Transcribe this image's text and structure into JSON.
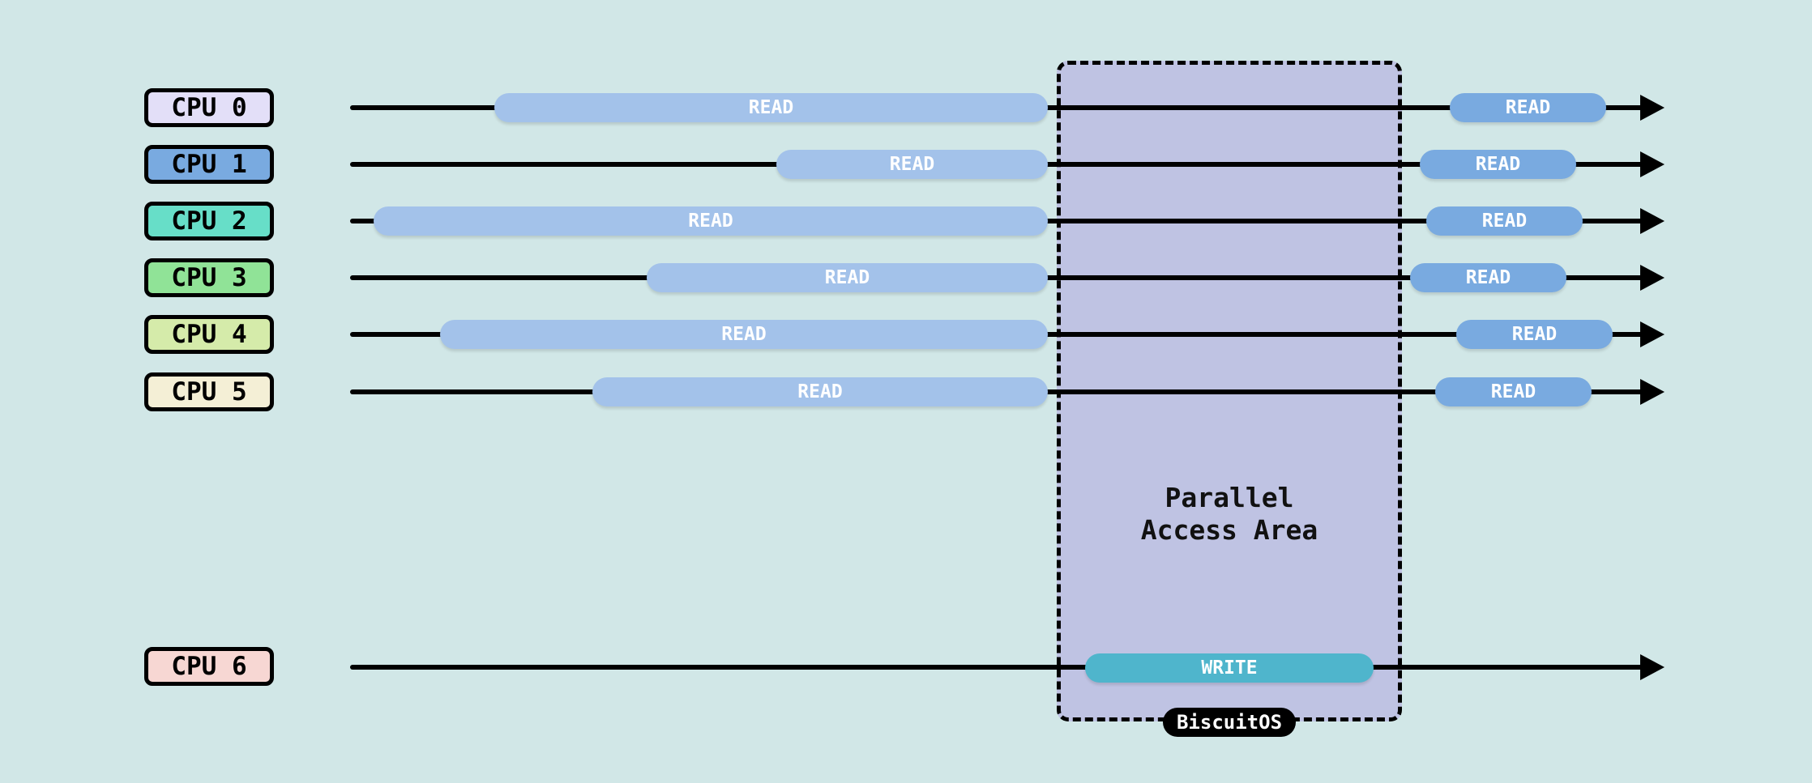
{
  "area": {
    "title_line1": "Parallel",
    "title_line2": "Access Area",
    "fill_color": "#bfc3e3"
  },
  "cpus": [
    {
      "label": "CPU 0",
      "color": "#e3dff8"
    },
    {
      "label": "CPU 1",
      "color": "#79aae0"
    },
    {
      "label": "CPU 2",
      "color": "#67dec8"
    },
    {
      "label": "CPU 3",
      "color": "#90e397"
    },
    {
      "label": "CPU 4",
      "color": "#d5ebaa"
    },
    {
      "label": "CPU 5",
      "color": "#f4efd6"
    },
    {
      "label": "CPU 6",
      "color": "#f7d7d3"
    }
  ],
  "operations": {
    "read_label": "READ",
    "write_label": "WRITE"
  },
  "watermark": "BiscuitOS",
  "colors": {
    "background": "#d1e7e7",
    "read_before": "#a3c2ea",
    "read_after": "#79aae0",
    "write": "#4fb5cc"
  }
}
